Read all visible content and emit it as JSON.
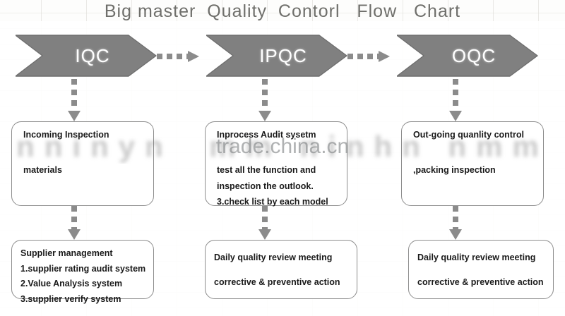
{
  "title": "Big master  Quality  Contorl   Flow   Chart",
  "stages": [
    {
      "label": "IQC"
    },
    {
      "label": "IPQC"
    },
    {
      "label": "OQC"
    }
  ],
  "middle_boxes": [
    {
      "header": "Incoming Inspection",
      "lines": [
        "materials"
      ]
    },
    {
      "header": "Inprocess Audit sysetm",
      "lines": [
        "test all the function and",
        "inspection the outlook.",
        "3.check list by each model"
      ]
    },
    {
      "header": "Out-going quanlity control",
      "lines": [
        ",packing inspection"
      ]
    }
  ],
  "bottom_boxes": [
    {
      "lines": [
        "Supplier management",
        "1.supplier rating audit system",
        "2.Value Analysis system",
        "3.supplier verify system"
      ]
    },
    {
      "lines": [
        "Daily quality review meeting",
        "corrective & preventive action"
      ]
    },
    {
      "lines": [
        "Daily quality review meeting",
        "corrective & preventive action"
      ]
    }
  ],
  "watermark": {
    "text": "trade.china.cn",
    "blur_text": "nninyn  mm ninhn nmm"
  },
  "colors": {
    "chevron_fill": "#808080",
    "chevron_stroke": "#6e6e6e",
    "chevron_text": "#ffffff",
    "connector": "#8b8b8b",
    "box_border": "#8d8d8d",
    "box_fill": "#ffffff",
    "title_text": "#6f6f6b",
    "body_text": "#1a1a1a",
    "background": "#fdfdfc"
  }
}
